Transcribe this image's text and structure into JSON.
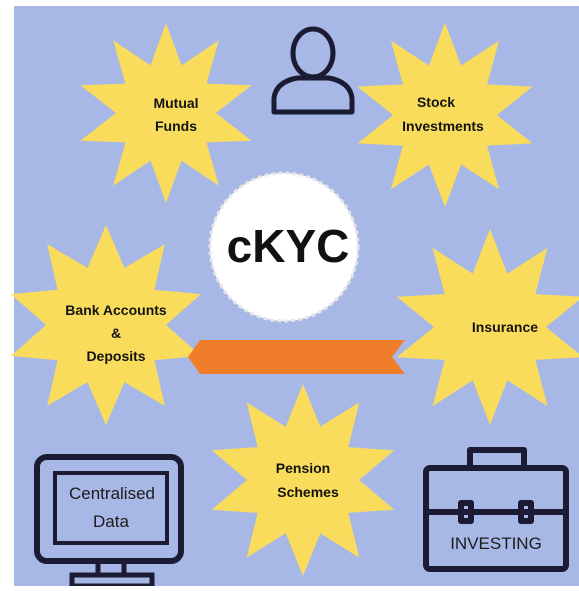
{
  "colors": {
    "background": "#a8b8e6",
    "star_fill": "#f9dc5c",
    "center_fill": "#ffffff",
    "ribbon": "#f07d2a",
    "outline": "#1b1b33"
  },
  "center": {
    "label": "cKYC"
  },
  "stars": {
    "mutual_funds": {
      "line1": "Mutual",
      "line2": "Funds"
    },
    "stock_investments": {
      "line1": "Stock",
      "line2": "Investments"
    },
    "bank_accounts": {
      "line1": "Bank Accounts",
      "line2": "&",
      "line3": "Deposits"
    },
    "insurance": {
      "line1": "Insurance"
    },
    "pension_schemes": {
      "line1": "Pension",
      "line2": "Schemes"
    }
  },
  "icons": {
    "person": "person-icon",
    "computer": "computer-monitor-icon",
    "briefcase": "briefcase-icon"
  },
  "monitor": {
    "line1": "Centralised",
    "line2": "Data"
  },
  "briefcase": {
    "label": "INVESTING"
  }
}
